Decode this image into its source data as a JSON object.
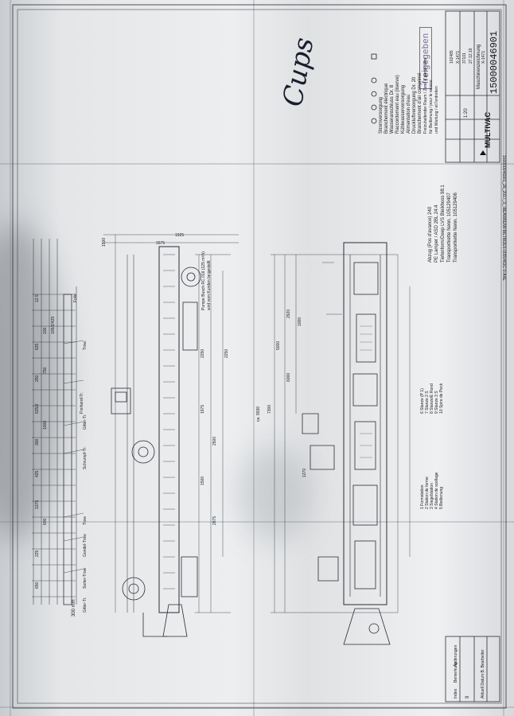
{
  "sheet": {
    "handwriting": "Cups",
    "stamp": "freigegeben",
    "brand": "MULTIVAC",
    "drawing_number": "15000046901",
    "drawing_type": "Maschinenzeichnung",
    "title_block_values": [
      "102485",
      "X-1471",
      "27.12.19",
      "37101",
      "X-1471"
    ],
    "title_block_scale": "1:20",
    "revision": "9",
    "revision_header": [
      "Index",
      "Bemerkung",
      "Änderungen"
    ],
    "revision_row": "Aktuell  Datum  B. Bearbeiter",
    "top_header_text": "150000046901_26_2017_3_-BEARBEIW-BILTIB2E5-0000463C-0-A4E"
  },
  "connection_legend": [
    "Stromversorgung",
    "Branchement électrique",
    "Wasseranschluss Dr. 8",
    "Raccordement eau (liserve)",
    "Kühlwasserversorgung",
    "Alimentation d'eau",
    "Druckluftversorgung Dr. 20",
    "Branchement d'air comprimé",
    "Freizuhaltender Raum / Zone à garder libre",
    "für Bedienung / pour le service",
    "und Wartung / et l'entretien"
  ],
  "right_specs": [
    "Abzug (Pos d'avance) 240",
    "PE Lamper / ASD 2BL 24:4",
    "Tiefenform/Deep LVS Bleikhoss 98:1",
    "Transportkette Nenn.  105129407",
    "Transportkette Nenn.  105129406"
  ],
  "station_list": [
    "1 Formstation",
    "2 Station de forme",
    "3 Siegelstation",
    "4 Station de scellage",
    "5 Bedienung",
    "6 Stanze (P 1)",
    "7 Stanze 2 S",
    "8 Stanze/E Rond",
    "9 Stanze 3 S",
    "10 Spire de Peck"
  ],
  "left_dimensions": [
    "12.5",
    "100",
    "625",
    "250",
    "105/2/425",
    "750",
    "625/2",
    "1000",
    "300",
    "425",
    "1375",
    "600",
    "225",
    "650",
    "300 mm"
  ],
  "left_labels": [
    "Freihand-Tr.",
    "Folie",
    "Trow.",
    "Gitter-Tr.",
    "Schrumpf-Tr.",
    "Trow",
    "Gondel-Trow",
    "Sorter-Trow",
    "Gitter-Tr."
  ],
  "center_dimensions": [
    "1500",
    "1675",
    "1925",
    "2250",
    "2250",
    "2500",
    "1975",
    "1500",
    "2875"
  ],
  "center_labels": [
    "Pumpe Busch RC 016 (125 m³/h)",
    "wird vom Kunden beigestellt"
  ],
  "right_dimensions": [
    "5000",
    "7300",
    "6000",
    "2920",
    "1000",
    "1270",
    "ca. 9930"
  ]
}
